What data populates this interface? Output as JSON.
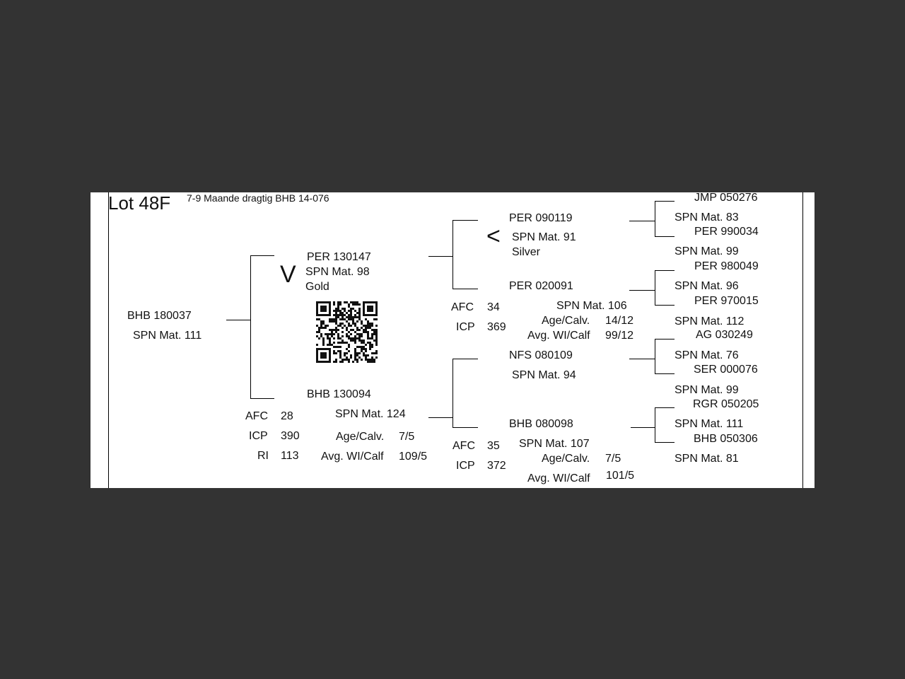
{
  "header": {
    "lot": "Lot 48F",
    "note": "7-9 Maande dragtig BHB 14-076"
  },
  "animal": {
    "id": "BHB 180037",
    "spn": "SPN Mat. 111"
  },
  "sire": {
    "mark": "V",
    "id": "PER 130147",
    "spn": "SPN Mat. 98",
    "grade": "Gold"
  },
  "dam": {
    "id": "BHB 130094",
    "afc_label": "AFC",
    "afc": "28",
    "icp_label": "ICP",
    "icp": "390",
    "ri_label": "RI",
    "ri": "113",
    "spn": "SPN Mat. 124",
    "age_label": "Age/Calv.",
    "age": "7/5",
    "wi_label": "Avg. WI/Calf",
    "wi": "109/5"
  },
  "sire_sire": {
    "mark": "<",
    "id": "PER 090119",
    "spn": "SPN Mat. 91",
    "grade": "Silver"
  },
  "sire_dam": {
    "id": "PER 020091",
    "afc_label": "AFC",
    "afc": "34",
    "icp_label": "ICP",
    "icp": "369",
    "spn": "SPN Mat. 106",
    "age_label": "Age/Calv.",
    "age": "14/12",
    "wi_label": "Avg. WI/Calf",
    "wi": "99/12"
  },
  "dam_sire": {
    "id": "NFS 080109",
    "spn": "SPN Mat. 94"
  },
  "dam_dam": {
    "id": "BHB 080098",
    "afc_label": "AFC",
    "afc": "35",
    "icp_label": "ICP",
    "icp": "372",
    "spn": "SPN Mat. 107",
    "age_label": "Age/Calv.",
    "age": "7/5",
    "wi_label": "Avg. WI/Calf",
    "wi": "101/5"
  },
  "great_grandparents": {
    "g1": {
      "id": "JMP 050276",
      "spn": "SPN Mat. 83"
    },
    "g2": {
      "id": "PER 990034",
      "spn": "SPN Mat. 99"
    },
    "g3": {
      "id": "PER 980049",
      "spn": "SPN Mat. 96"
    },
    "g4": {
      "id": "PER 970015",
      "spn": "SPN Mat. 112"
    },
    "g5": {
      "id": "AG  030249",
      "spn": "SPN Mat. 76"
    },
    "g6": {
      "id": "SER 000076",
      "spn": "SPN Mat. 99"
    },
    "g7": {
      "id": "RGR 050205",
      "spn": "SPN Mat. 111"
    },
    "g8": {
      "id": "BHB 050306",
      "spn": "SPN Mat. 81"
    }
  }
}
